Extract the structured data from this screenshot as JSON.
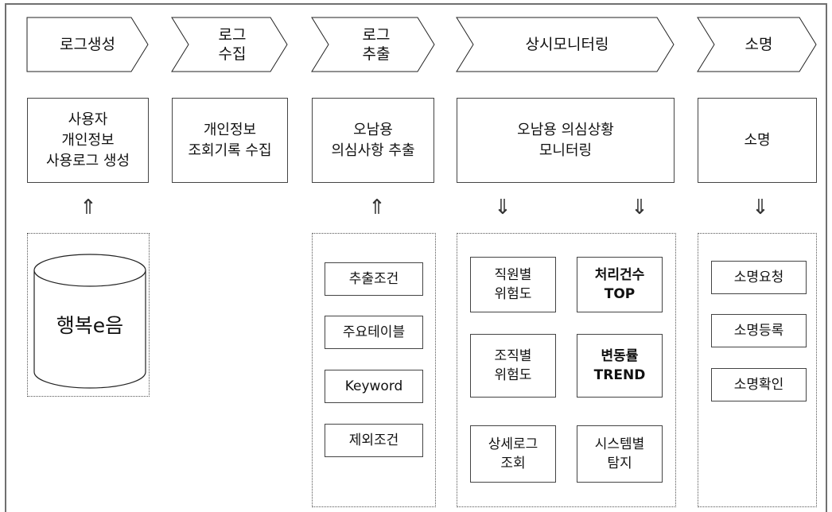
{
  "stages": [
    {
      "label": "로그생성"
    },
    {
      "label": "로그\n수집"
    },
    {
      "label": "로그\n추출"
    },
    {
      "label": "상시모니터링"
    },
    {
      "label": "소명"
    }
  ],
  "processes": [
    {
      "text": "사용자\n개인정보\n사용로그 생성"
    },
    {
      "text": "개인정보\n조회기록 수집"
    },
    {
      "text": "오남용\n의심사항 추출"
    },
    {
      "text": "오남용 의심상황\n모니터링"
    },
    {
      "text": "소명"
    }
  ],
  "arrows": {
    "up": "⇑",
    "down": "⇓"
  },
  "database": {
    "label": "행복e음"
  },
  "extraction_items": [
    {
      "text": "추출조건"
    },
    {
      "text": "주요테이블"
    },
    {
      "text": "Keyword"
    },
    {
      "text": "제외조건"
    }
  ],
  "monitoring_items": [
    {
      "text": "직원별\n위험도"
    },
    {
      "text": "처리건수\nTOP"
    },
    {
      "text": "조직별\n위험도"
    },
    {
      "text": "변동률\nTREND"
    },
    {
      "text": "상세로그\n조회"
    },
    {
      "text": "시스템별\n탐지"
    }
  ],
  "explanation_items": [
    {
      "text": "소명요청"
    },
    {
      "text": "소명등록"
    },
    {
      "text": "소명확인"
    }
  ]
}
